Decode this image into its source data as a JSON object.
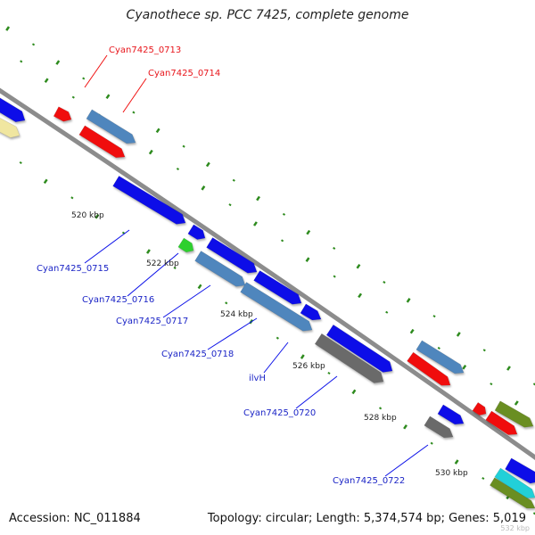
{
  "title": "Cyanothece sp. PCC 7425, complete genome",
  "footer": {
    "accession": "Accession: NC_011884",
    "topology": "Topology: circular; Length: 5,374,574 bp; Genes: 5,019"
  },
  "ticks": [
    "520 kbp",
    "522 kbp",
    "524 kbp",
    "526 kbp",
    "528 kbp",
    "530 kbp"
  ],
  "cut_label": "532 kbp",
  "labels": [
    {
      "name": "label-cyan7425-0713",
      "text": "Cyan7425_0713",
      "color": "#e8151b"
    },
    {
      "name": "label-cyan7425-0714",
      "text": "Cyan7425_0714",
      "color": "#e8151b"
    },
    {
      "name": "label-cyan7425-0715",
      "text": "Cyan7425_0715",
      "color": "#1b24c6"
    },
    {
      "name": "label-cyan7425-0716",
      "text": "Cyan7425_0716",
      "color": "#1b24c6"
    },
    {
      "name": "label-cyan7425-0717",
      "text": "Cyan7425_0717",
      "color": "#1b24c6"
    },
    {
      "name": "label-cyan7425-0718",
      "text": "Cyan7425_0718",
      "color": "#1b24c6"
    },
    {
      "name": "label-ilvh",
      "text": "ilvH",
      "color": "#1b24c6"
    },
    {
      "name": "label-cyan7425-0720",
      "text": "Cyan7425_0720",
      "color": "#1b24c6"
    },
    {
      "name": "label-cyan7425-0722",
      "text": "Cyan7425_0722",
      "color": "#1b24c6"
    }
  ],
  "colors": {
    "backbone": "#8c8c8c",
    "tick_dot": "#2e8b1e",
    "cds_blue": "#0b10e8",
    "cds_steel": "#4f86bd",
    "cds_red": "#f01010",
    "cds_gray": "#6b6b6b",
    "cds_green": "#2fd02f",
    "cds_olive": "#6b8e23",
    "cds_cyan": "#20d0d8",
    "cds_pale": "#f0e6a0"
  }
}
